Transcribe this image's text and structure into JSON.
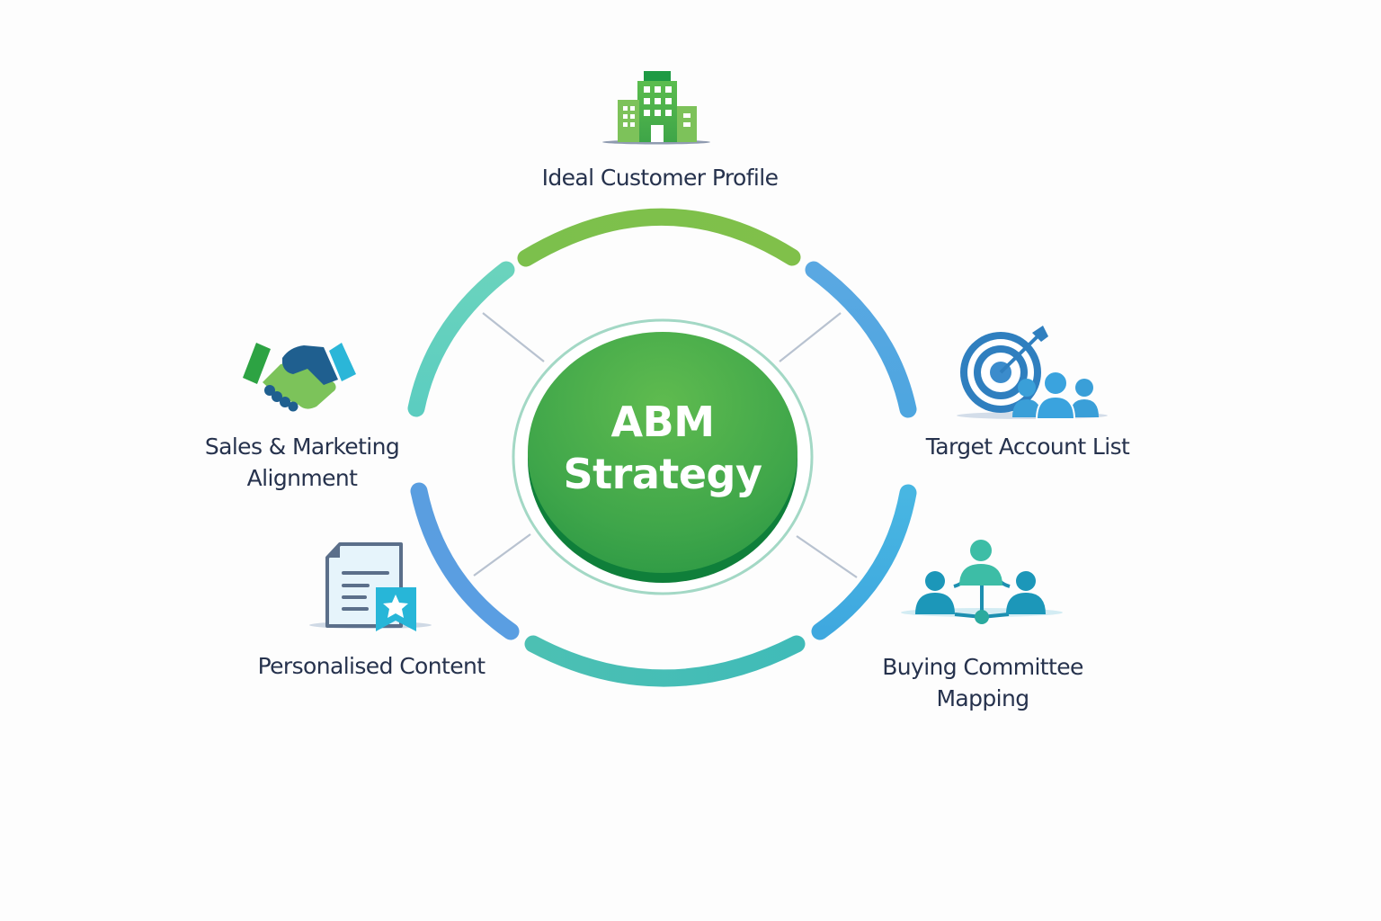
{
  "center": {
    "line1": "ABM",
    "line2": "Strategy",
    "color": "#45ac4b"
  },
  "nodes": [
    {
      "id": "icp",
      "label": "Ideal Customer Profile",
      "icon": "building-icon",
      "arc_color": "#7dc04b"
    },
    {
      "id": "tal",
      "label": "Target Account List",
      "icon": "target-audience-icon",
      "arc_color": "#56a8e0"
    },
    {
      "id": "bcm",
      "label_line1": "Buying Committee",
      "label_line2": "Mapping",
      "icon": "network-people-icon",
      "arc_color": "#42b0e0"
    },
    {
      "id": "pc",
      "label": "Personalised Content",
      "icon": "document-star-icon",
      "arc_color": "#5b9de0"
    },
    {
      "id": "sma",
      "label_line1": "Sales & Marketing",
      "label_line2": "Alignment",
      "icon": "handshake-icon",
      "arc_color": "#5ecfbe"
    }
  ],
  "ring_colors": {
    "top": "#7dc04b",
    "upper_left": "#5ecfbe",
    "upper_right": "#56a8e0",
    "lower_left": "#5b9de0",
    "lower_right": "#42b0e0",
    "bottom": "#44bcb4"
  }
}
